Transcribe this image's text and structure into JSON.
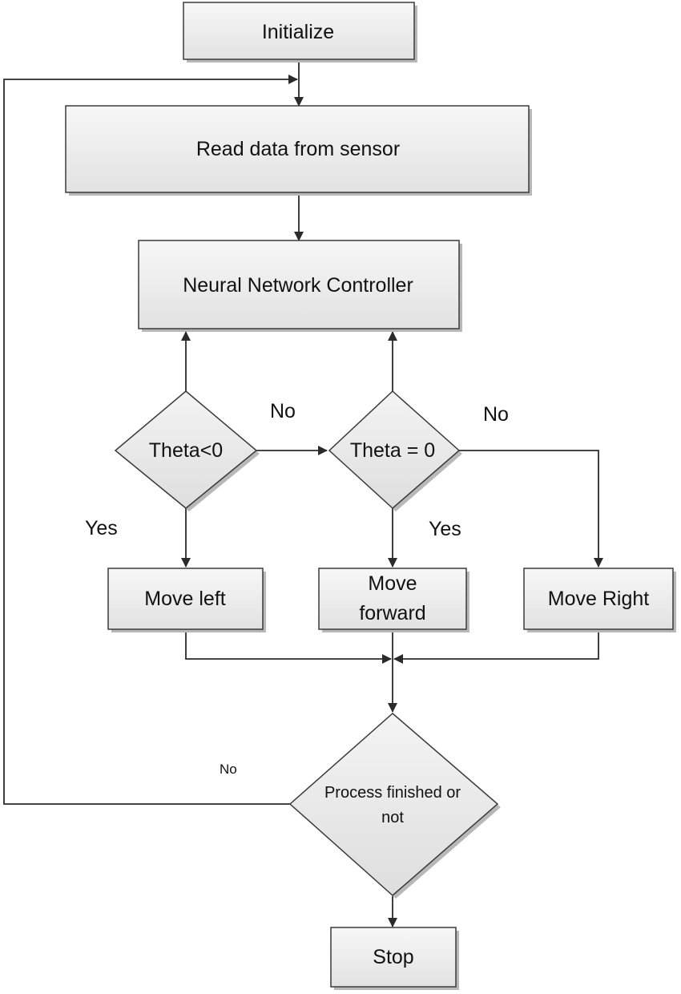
{
  "nodes": {
    "initialize": "Initialize",
    "read_sensor": "Read data from sensor",
    "nn_controller": "Neural Network Controller",
    "theta_lt_zero": "Theta<0",
    "theta_eq_zero": "Theta = 0",
    "move_left": "Move left",
    "move_forward_1": "Move",
    "move_forward_2": "forward",
    "move_right": "Move Right",
    "process_finished_1": "Process finished or",
    "process_finished_2": "not",
    "stop": "Stop"
  },
  "edge_labels": {
    "no_theta_lt": "No",
    "no_theta_eq": "No",
    "yes_theta_lt": "Yes",
    "yes_theta_eq": "Yes",
    "no_loop": "No"
  }
}
